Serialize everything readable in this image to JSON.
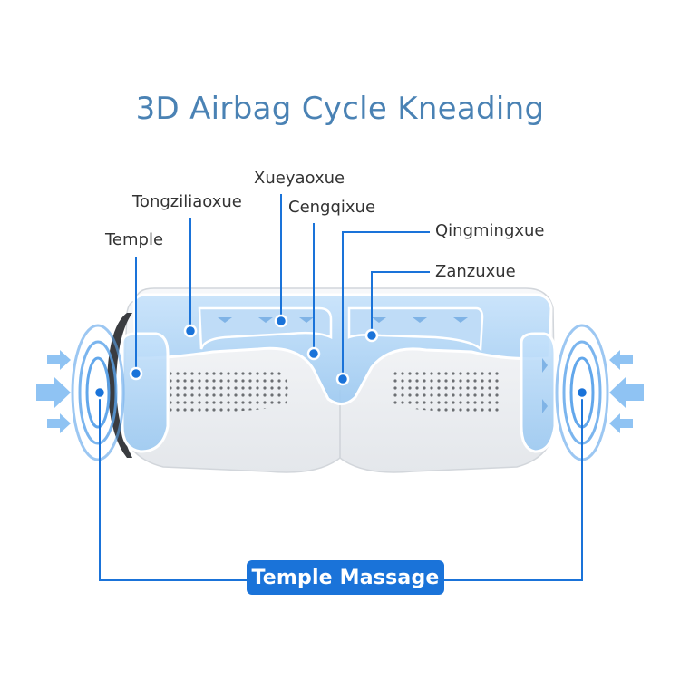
{
  "title": "3D Airbag Cycle Kneading",
  "labels": {
    "xueyaoxue": "Xueyaoxue",
    "tongziliaoxue": "Tongziliaoxue",
    "cengqixue": "Cengqixue",
    "qingmingxue": "Qingmingxue",
    "temple": "Temple",
    "zanzuxue": "Zanzuxue"
  },
  "badge": "Temple Massage",
  "colors": {
    "accent": "#1a73d9",
    "title": "#4a82b4",
    "airbag": "#a9cff3",
    "text": "#333333"
  },
  "icons": [
    "arrow-right-icon",
    "arrow-left-icon",
    "point-marker-icon",
    "ripple-wave-icon"
  ]
}
